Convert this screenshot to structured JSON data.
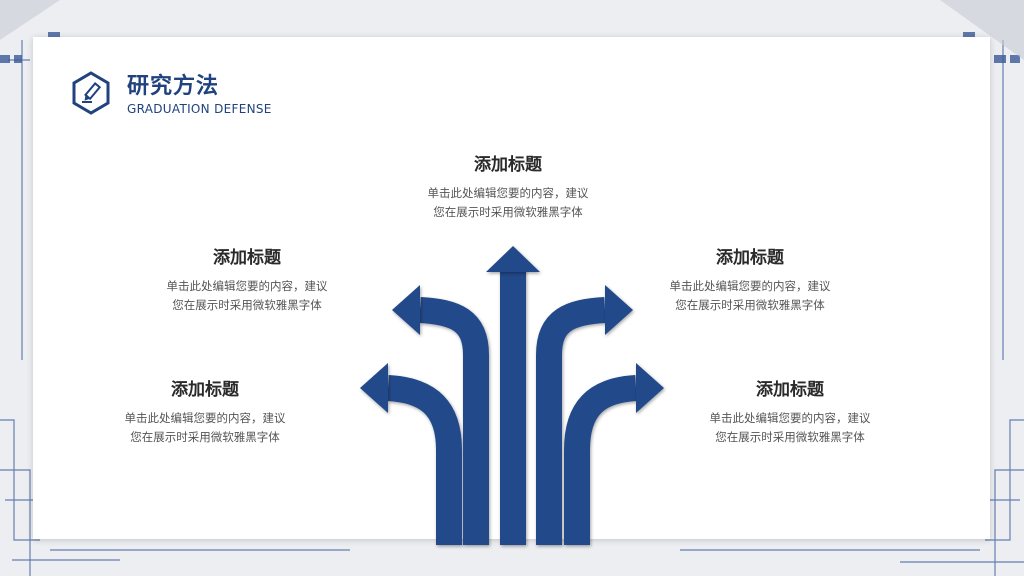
{
  "header": {
    "title": "研究方法",
    "subtitle": "GRADUATION DEFENSE",
    "logo_icon": "pencil-hexagon-icon"
  },
  "colors": {
    "accent": "#20427f",
    "arrow": "#234a8a",
    "deco": "#3a5a99"
  },
  "blocks": [
    {
      "id": "top",
      "heading": "添加标题",
      "line1": "单击此处编辑您要的内容，建议",
      "line2": "您在展示时采用微软雅黑字体"
    },
    {
      "id": "left-upper",
      "heading": "添加标题",
      "line1": "单击此处编辑您要的内容，建议",
      "line2": "您在展示时采用微软雅黑字体"
    },
    {
      "id": "right-upper",
      "heading": "添加标题",
      "line1": "单击此处编辑您要的内容，建议",
      "line2": "您在展示时采用微软雅黑字体"
    },
    {
      "id": "left-lower",
      "heading": "添加标题",
      "line1": "单击此处编辑您要的内容，建议",
      "line2": "您在展示时采用微软雅黑字体"
    },
    {
      "id": "right-lower",
      "heading": "添加标题",
      "line1": "单击此处编辑您要的内容，建议",
      "line2": "您在展示时采用微软雅黑字体"
    }
  ]
}
